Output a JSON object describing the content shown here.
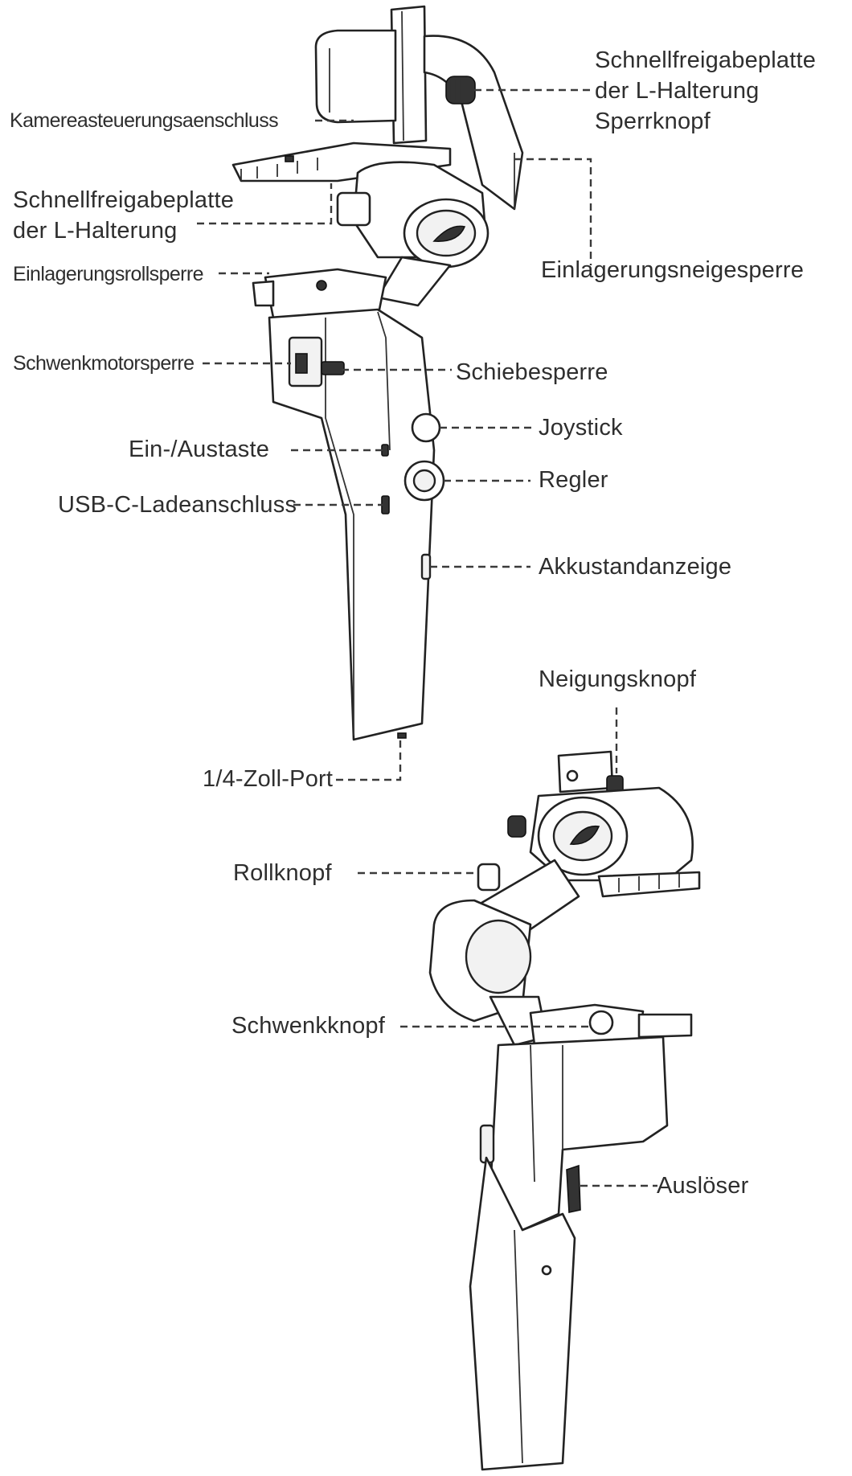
{
  "labels": {
    "l_bracket_lock_knob": [
      "Schnellfreigabeplatte",
      "der L-Halterung",
      "Sperrknopf"
    ],
    "camera_control_port": "Kamereasteuerungsaenschluss",
    "l_bracket_plate": [
      "Schnellfreigabeplatte",
      "der L-Halterung"
    ],
    "tilt_storage_lock": "Einlagerungsneigesperre",
    "roll_storage_lock": "Einlagerungsrollsperre",
    "pan_motor_lock": "Schwenkmotorsperre",
    "slide_lock": "Schiebesperre",
    "joystick": "Joystick",
    "power_button": "Ein-/Austaste",
    "dial": "Regler",
    "usb_c_port": "USB-C-Ladeanschluss",
    "battery_indicator": "Akkustandanzeige",
    "tilt_knob": "Neigungsknopf",
    "quarter_inch_port": "1/4-Zoll-Port",
    "roll_knob": "Rollknopf",
    "pan_knob": "Schwenkknopf",
    "shutter": "Auslöser"
  },
  "colors": {
    "ink": "#222222",
    "text": "#2e2e2e",
    "background": "#ffffff"
  }
}
